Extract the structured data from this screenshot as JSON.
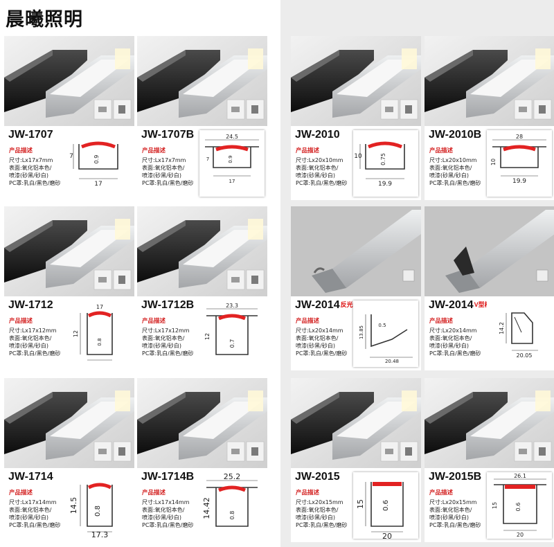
{
  "brand": "晨曦照明",
  "colors": {
    "cover_red": "#e22222",
    "title_red": "#d32020",
    "aluminium": "#c9cbcd",
    "black_finish": "#1a1a1a",
    "right_background": "#ececec"
  },
  "products": [
    {
      "model": "JW-1707",
      "suffix": "",
      "desc_title": "产品描述",
      "specs": [
        "尺寸:Lx17x7mm",
        "表面:氧化铝本色/",
        "喷漆(砂黑/砂白)",
        "PC罩:乳白/黑色/磨砂"
      ],
      "dims": [
        "7",
        "0.9",
        "17"
      ],
      "photo_icons": [
        "clip-icon",
        "end-cap-icon"
      ]
    },
    {
      "model": "JW-1707B",
      "suffix": "",
      "desc_title": "产品描述",
      "specs": [
        "尺寸:Lx17x7mm",
        "表面:氧化铝本色/",
        "喷漆(砂黑/砂白)",
        "PC罩:乳白/黑色/磨砂"
      ],
      "dims": [
        "24.5",
        "7",
        "0.9",
        "17"
      ],
      "photo_icons": [
        "clip-icon",
        "end-cap-icon"
      ]
    },
    {
      "model": "JW-1712",
      "suffix": "",
      "desc_title": "产品描述",
      "specs": [
        "尺寸:Lx17x12mm",
        "表面:氧化铝本色/",
        "喷漆(砂黑/砂白)",
        "PC罩:乳白/黑色/磨砂"
      ],
      "dims": [
        "17",
        "12",
        "0.8"
      ],
      "photo_icons": [
        "clip-icon",
        "end-cap-icon"
      ]
    },
    {
      "model": "JW-1712B",
      "suffix": "",
      "desc_title": "产品描述",
      "specs": [
        "尺寸:Lx17x12mm",
        "表面:氧化铝本色/",
        "喷漆(砂黑/砂白)",
        "PC罩:乳白/黑色/磨砂"
      ],
      "dims": [
        "23.3",
        "12",
        "0.7"
      ],
      "photo_icons": [
        "clip-icon",
        "end-cap-icon"
      ]
    },
    {
      "model": "JW-1714",
      "suffix": "",
      "desc_title": "产品描述",
      "specs": [
        "尺寸:Lx17x14mm",
        "表面:氧化铝本色/",
        "喷漆(砂黑/砂白)",
        "PC罩:乳白/黑色/磨砂"
      ],
      "dims": [
        "14.5",
        "0.8",
        "17.3"
      ],
      "photo_icons": [
        "clip-icon",
        "end-cap-icon"
      ]
    },
    {
      "model": "JW-1714B",
      "suffix": "",
      "desc_title": "产品描述",
      "specs": [
        "尺寸:Lx17x14mm",
        "表面:氧化铝本色/",
        "喷漆(砂黑/砂白)",
        "PC罩:乳白/黑色/磨砂"
      ],
      "dims": [
        "25.2",
        "14.42",
        "0.8"
      ],
      "photo_icons": [
        "clip-icon",
        "end-cap-icon"
      ]
    },
    {
      "model": "JW-2010",
      "suffix": "",
      "desc_title": "产品描述",
      "specs": [
        "尺寸:Lx20x10mm",
        "表面:氧化铝本色/",
        "喷漆(砂黑/砂白)",
        "PC罩:乳白/黑色/磨砂"
      ],
      "dims": [
        "10",
        "0.75",
        "19.9"
      ],
      "photo_icons": [
        "clip-icon",
        "end-cap-icon"
      ]
    },
    {
      "model": "JW-2010B",
      "suffix": "",
      "desc_title": "产品描述",
      "specs": [
        "尺寸:Lx20x10mm",
        "表面:氧化铝本色/",
        "喷漆(砂黑/砂白)",
        "PC罩:乳白/黑色/磨砂"
      ],
      "dims": [
        "28",
        "10",
        "19.9"
      ],
      "photo_icons": [
        "clip-icon",
        "end-cap-icon"
      ]
    },
    {
      "model": "JW-2014",
      "suffix": "反光槽",
      "desc_title": "产品描述",
      "specs": [
        "尺寸:Lx20x14mm",
        "表面:氧化铝本色/",
        "喷漆(砂黑/砂白)",
        "PC罩:乳白/黑色/磨砂"
      ],
      "dims": [
        "13.85",
        "0.5",
        "20.48"
      ],
      "photo_icons": [
        "end-cap-icon"
      ]
    },
    {
      "model": "JW-2014",
      "suffix": "V型槽",
      "desc_title": "产品描述",
      "specs": [
        "尺寸:Lx20x14mm",
        "表面:氧化铝本色/",
        "喷漆(砂黑/砂白)",
        "PC罩:乳白/黑色/磨砂"
      ],
      "dims": [
        "14.2",
        "20.05"
      ],
      "photo_icons": [
        "end-cap-icon"
      ]
    },
    {
      "model": "JW-2015",
      "suffix": "",
      "desc_title": "产品描述",
      "specs": [
        "尺寸:Lx20x15mm",
        "表面:氧化铝本色/",
        "喷漆(砂黑/砂白)",
        "PC罩:乳白/黑色/磨砂"
      ],
      "dims": [
        "15",
        "0.6",
        "20"
      ],
      "photo_icons": [
        "clip-icon",
        "end-cap-icon"
      ]
    },
    {
      "model": "JW-2015B",
      "suffix": "",
      "desc_title": "产品描述",
      "specs": [
        "尺寸:Lx20x15mm",
        "表面:氧化铝本色/",
        "喷漆(砂黑/砂白)",
        "PC罩:乳白/黑色/磨砂"
      ],
      "dims": [
        "26.1",
        "15",
        "0.6",
        "20"
      ],
      "photo_icons": [
        "clip-icon",
        "end-cap-icon"
      ]
    }
  ]
}
